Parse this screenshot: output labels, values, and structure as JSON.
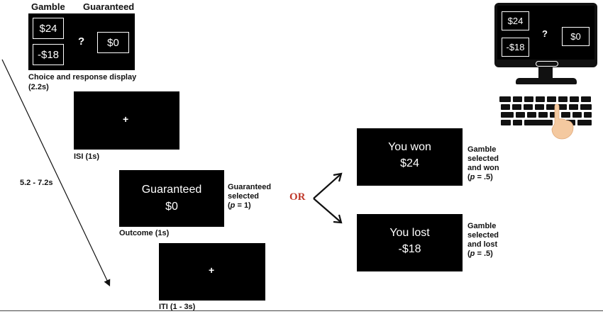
{
  "choice_display": {
    "gamble_header": "Gamble",
    "guaranteed_header": "Guaranteed",
    "gamble_win": "$24",
    "gamble_loss": "-$18",
    "guaranteed_value": "$0",
    "question_mark": "?",
    "caption_line1": "Choice and response display",
    "caption_line2": "(2.2s)"
  },
  "isi": {
    "symbol": "+",
    "caption": "ISI (1s)"
  },
  "outcome": {
    "line1": "Guaranteed",
    "line2": "$0",
    "caption": "Outcome (1s)",
    "side_line1": "Guaranteed",
    "side_line2": "selected",
    "side_prob_prefix": "(",
    "side_prob_p": "p",
    "side_prob_suffix": " = 1)"
  },
  "iti": {
    "symbol": "+",
    "caption": "ITI (1 - 3s)"
  },
  "timeline": {
    "duration_label": "5.2 - 7.2s"
  },
  "or_label": "OR",
  "won": {
    "line1": "You won",
    "line2": "$24",
    "side_line1": "Gamble",
    "side_line2": "selected",
    "side_line3": "and won",
    "side_prob_prefix": "(",
    "side_prob_p": "p",
    "side_prob_suffix": " = .5)"
  },
  "lost": {
    "line1": "You lost",
    "line2": "-$18",
    "side_line1": "Gamble",
    "side_line2": "selected",
    "side_line3": "and lost",
    "side_prob_prefix": "(",
    "side_prob_p": "p",
    "side_prob_suffix": " = .5)"
  },
  "monitor": {
    "gamble_win": "$24",
    "gamble_loss": "-$18",
    "guaranteed_value": "$0",
    "question_mark": "?"
  },
  "colors": {
    "screen": "#000000",
    "or_text": "#c0392b",
    "hand": "#f4c9a0"
  }
}
